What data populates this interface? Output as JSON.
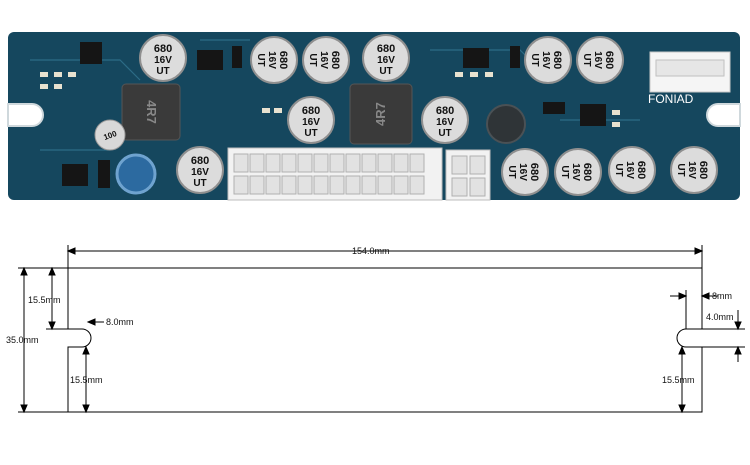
{
  "pcb": {
    "brand_label": "FONIAD",
    "inductor_labels": [
      "4R7",
      "4R7"
    ],
    "capacitor_lines": [
      "680",
      "16V",
      "UT"
    ],
    "small_cap_label": "100"
  },
  "drawing": {
    "length_label": "154.0mm",
    "height_label": "35.0mm",
    "left_top_label": "15.5mm",
    "left_bottom_label": "15.5mm",
    "left_slot_label": "8.0mm",
    "right_slot_width_label": "8mm",
    "right_slot_height_label": "4.0mm",
    "right_bottom_label": "15.5mm"
  }
}
